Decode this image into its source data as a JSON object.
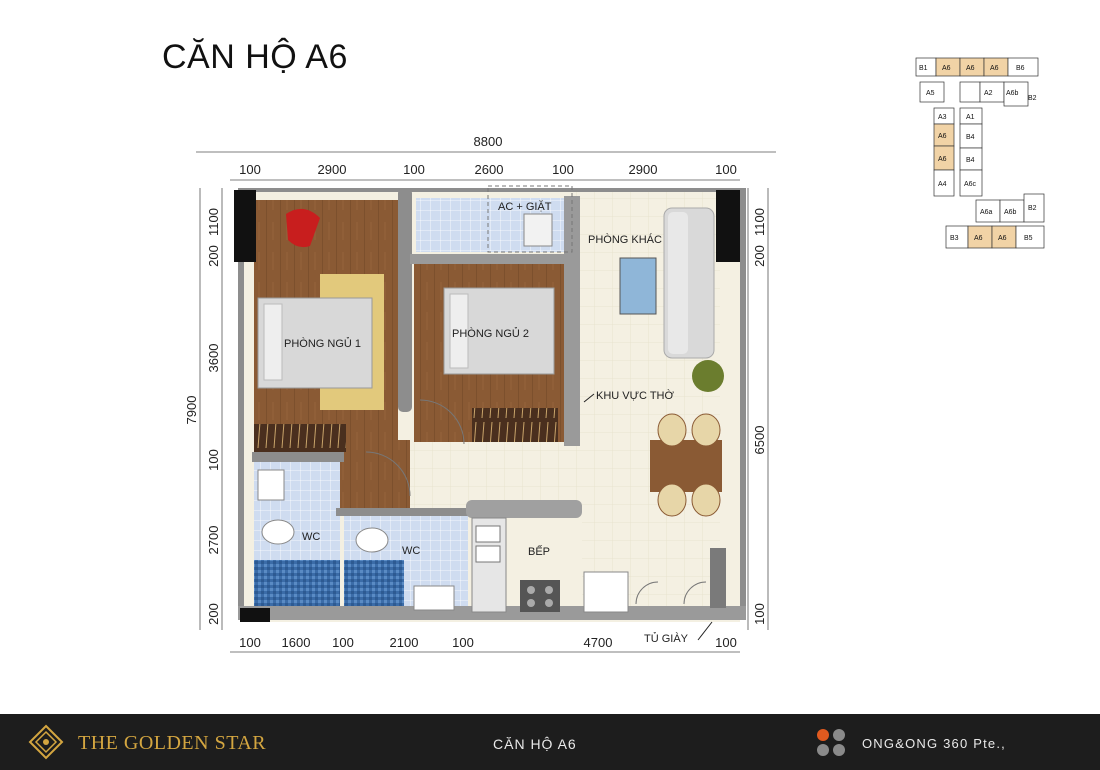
{
  "title": "CĂN HỘ A6",
  "dimensions": {
    "overall_width": "8800",
    "overall_height": "7900",
    "top": [
      "100",
      "2900",
      "100",
      "2600",
      "100",
      "2900",
      "100"
    ],
    "bottom": [
      "100",
      "1600",
      "100",
      "2100",
      "100",
      "4700",
      "100"
    ],
    "left": [
      "1100",
      "200",
      "3600",
      "100",
      "2700",
      "200"
    ],
    "right_top": [
      "1100",
      "200"
    ],
    "right_main": "6500",
    "right_bottom": "100"
  },
  "rooms": {
    "bedroom1": "PHÒNG NGỦ 1",
    "bedroom2": "PHÒNG NGỦ 2",
    "living": "PHÒNG KHÁC",
    "ac_laundry": "AC + GIẶT",
    "altar": "KHU VỰC THỜ",
    "wc1": "WC",
    "wc2": "WC",
    "kitchen": "BẾP",
    "shoe_cabinet": "TỦ GIÀY"
  },
  "keyplan": {
    "row1": [
      "B1",
      "A6",
      "A6",
      "A6",
      "B6"
    ],
    "row2": [
      "A5",
      "A2",
      "A6b",
      "B2"
    ],
    "col": [
      "A3",
      "A6",
      "A6",
      "A4"
    ],
    "col2": [
      "A1",
      "B4",
      "B4",
      "A6c"
    ],
    "row3": [
      "A6a",
      "A6b",
      "B2"
    ],
    "row4": [
      "B3",
      "A6",
      "A6",
      "B5"
    ],
    "highlight_color": "#f1d3a6"
  },
  "footer": {
    "brand": "THE GOLDEN STAR",
    "title": "CĂN HỘ A6",
    "architect": "ONG&ONG 360 Pte.,"
  },
  "colors": {
    "wood_floor": "#8a5a34",
    "tile_floor": "#f4f0e2",
    "bath_tile": "#cfdcf0",
    "wall": "#8d8d8d",
    "column": "#111111",
    "brand_gold": "#d4a640",
    "footer_bg": "#1d1d1d"
  }
}
